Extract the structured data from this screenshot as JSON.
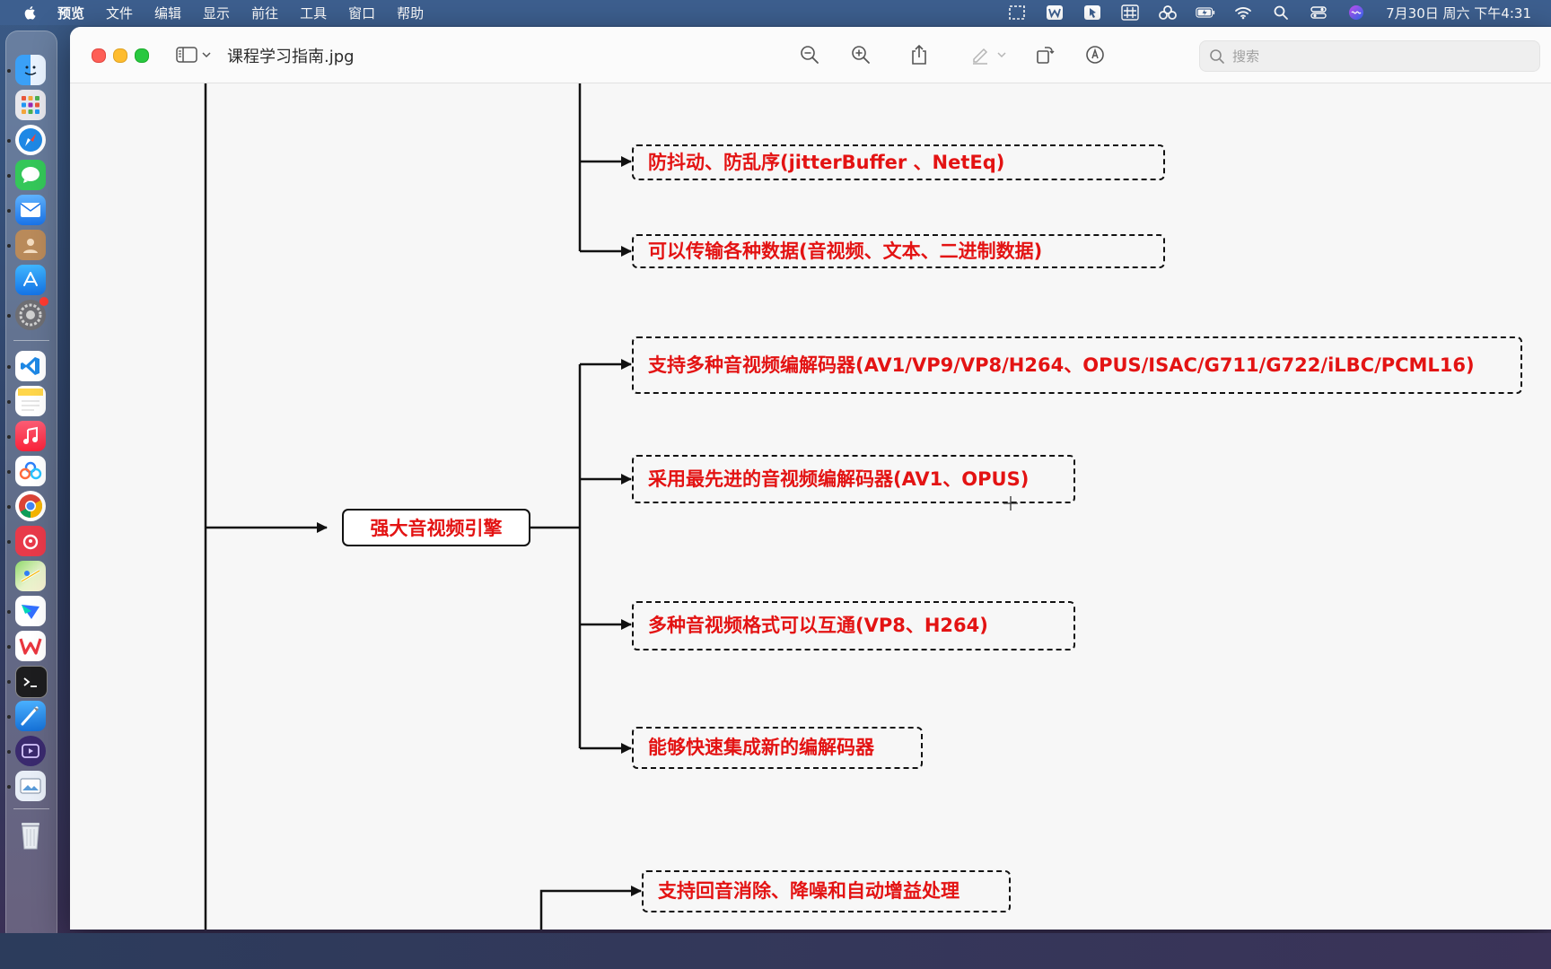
{
  "menubar": {
    "app_name": "预览",
    "items": [
      "文件",
      "编辑",
      "显示",
      "前往",
      "工具",
      "窗口",
      "帮助"
    ],
    "clock": "7月30日 周六 下午4:31"
  },
  "window": {
    "title": "课程学习指南.jpg",
    "search_placeholder": "搜索"
  },
  "diagram": {
    "root": "强大音视频引擎",
    "nodes": [
      "防抖动、防乱序(jitterBuffer 、NetEq)",
      "可以传输各种数据(音视频、文本、二进制数据)",
      "支持多种音视频编解码器(AV1/VP9/VP8/H264、OPUS/ISAC/G711/G722/iLBC/PCML16)",
      "采用最先进的音视频编解码器(AV1、OPUS)",
      "多种音视频格式可以互通(VP8、H264)",
      "能够快速集成新的编解码器",
      "支持回音消除、降噪和自动增益处理"
    ]
  },
  "colors": {
    "node_text": "#e31313",
    "line": "#111111"
  }
}
